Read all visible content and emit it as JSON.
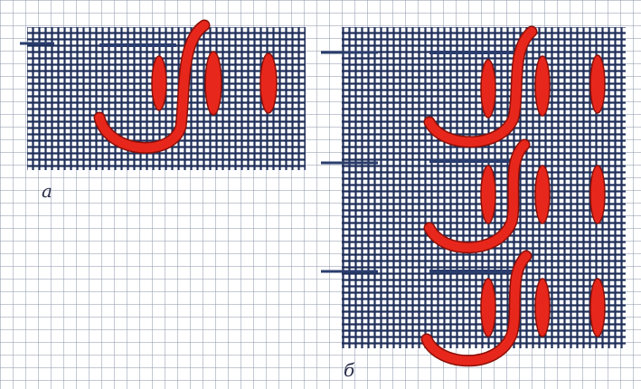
{
  "figure": {
    "panel_a_label": "а",
    "panel_b_label": "б",
    "colors": {
      "paper": "#ffffff",
      "grid": "#8a93a8",
      "canvas_thread": "#1f2f5a",
      "stitch_red": "#e8271c",
      "stitch_red_dark": "#8b0f08",
      "arrow": "#2a3d6e"
    },
    "panels": [
      {
        "name": "panel-a",
        "rows_of_stitches": 1,
        "stitches_per_row": 3
      },
      {
        "name": "panel-b",
        "rows_of_stitches": 3,
        "stitches_per_row": 3
      }
    ]
  }
}
